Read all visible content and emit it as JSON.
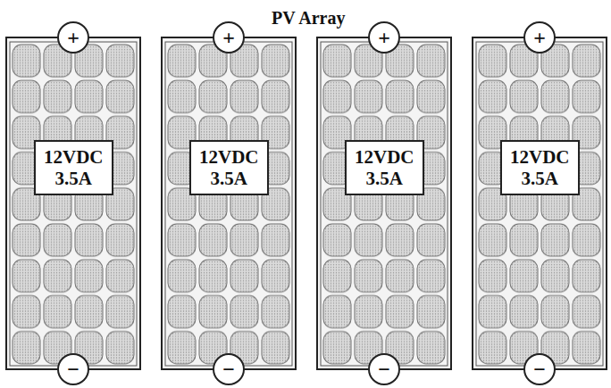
{
  "diagram": {
    "title": "PV Array",
    "nodes": [
      {
        "text": [
          "+"
        ]
      },
      {
        "text": [
          "+"
        ]
      },
      {
        "text": [
          "+"
        ]
      },
      {
        "text": [
          "+"
        ]
      },
      {
        "text": [
          "12VDC 3.5A"
        ]
      },
      {
        "text": [
          "12VDC 3.5A"
        ]
      },
      {
        "text": [
          "12VDC 3.5A"
        ]
      },
      {
        "text": [
          "12VDC 3.5A"
        ]
      },
      {
        "text": [
          "−"
        ]
      },
      {
        "text": [
          "−"
        ]
      },
      {
        "text": [
          "−"
        ]
      },
      {
        "text": [
          "−"
        ]
      }
    ]
  }
}
